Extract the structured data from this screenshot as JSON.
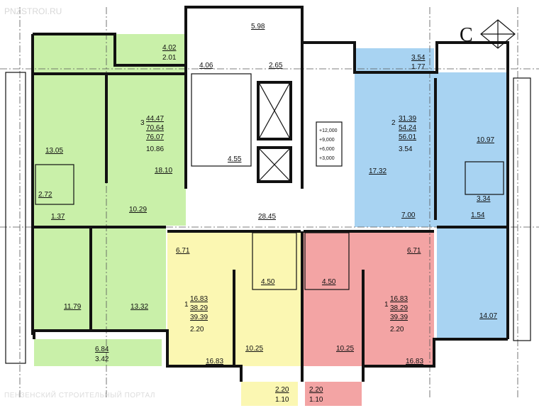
{
  "watermark_top": "PNZSTROI.RU",
  "watermark_bottom": "ПЕНЗЕНСКИЙ СТРОИТЕЛЬНЫЙ ПОРТАЛ",
  "compass_letter": "С",
  "colors": {
    "green": "#c9f0a9",
    "blue": "#a8d3f2",
    "yellow": "#fbf7b2",
    "pink": "#f3a4a4",
    "wall": "#111111"
  },
  "elevation_marks": [
    "+12,000",
    "+9,000",
    "+6,000",
    "+3,000"
  ],
  "apartments": {
    "three_room": {
      "number": "3",
      "living": "44.47",
      "area": "70.64",
      "total": "76.07",
      "balcony": "10.86"
    },
    "two_room": {
      "number": "2",
      "living": "31.39",
      "area": "54.24",
      "total": "56.01",
      "balcony": "3.54"
    },
    "one_room_left": {
      "number": "1",
      "living": "16.83",
      "area": "38.29",
      "total": "39.39",
      "balcony": "2.20"
    },
    "one_room_right": {
      "number": "1",
      "living": "16.83",
      "area": "38.29",
      "total": "39.39",
      "balcony": "2.20"
    }
  },
  "areas": {
    "balc_top_left_a": "4.02",
    "balc_top_left_b": "2.01",
    "stair_top": "5.98",
    "stair_hall": "4.06",
    "lift_hall": "2.65",
    "stair_low": "4.55",
    "balc_top_right_a": "3.54",
    "balc_top_right_b": "1.77",
    "g_room_13": "13.05",
    "g_room_18": "18.10",
    "g_bath": "2.72",
    "g_wc": "1.37",
    "g_hall": "10.29",
    "g_kitchen": "11.79",
    "g_room_13_32": "13.32",
    "balc_bottom_left_a": "6.84",
    "balc_bottom_left_b": "3.42",
    "corridor": "28.45",
    "b_room_17": "17.32",
    "b_kitchen": "10.97",
    "b_bath": "3.34",
    "b_wc": "1.54",
    "b_hall": "7.00",
    "b_room_14": "14.07",
    "y_hall": "6.71",
    "y_bath": "4.50",
    "y_kitchen": "10.25",
    "y_room": "16.83",
    "p_hall": "6.71",
    "p_bath": "4.50",
    "p_kitchen": "10.25",
    "p_room": "16.83",
    "balc_bottom_y_a": "2.20",
    "balc_bottom_y_b": "1.10",
    "balc_bottom_p_a": "2.20",
    "balc_bottom_p_b": "1.10"
  }
}
